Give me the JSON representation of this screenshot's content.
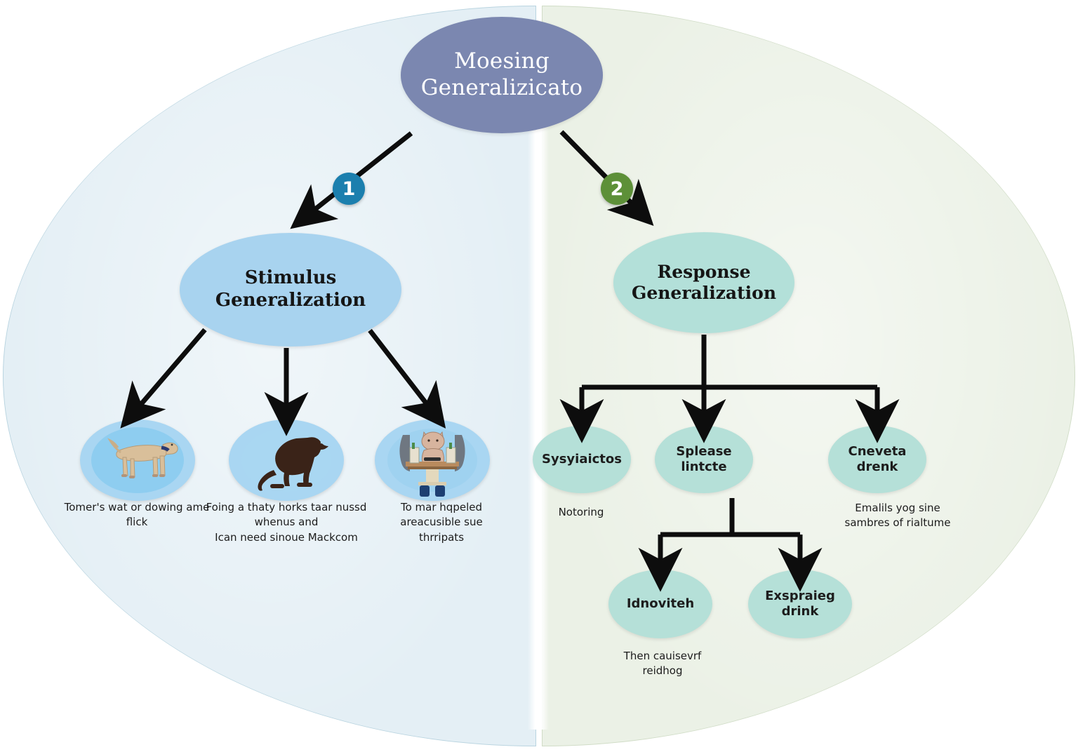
{
  "diagram": {
    "root": {
      "label": "Moesing\nGeneralizicato"
    },
    "branches": [
      {
        "badge": "1",
        "badge_color": "#1b7fae",
        "label": "Stimulus\nGeneralization"
      },
      {
        "badge": "2",
        "badge_color": "#5d9038",
        "label": "Response\nGeneralization"
      }
    ],
    "left_panel": {
      "background_color": "#e4eff5",
      "items": [
        {
          "image": "standing-tan-dog-illustration",
          "caption": "Tomer's wat or dowing ame\nflick"
        },
        {
          "image": "sitting-dark-dog-silhouette-illustration",
          "caption": "Foing a thaty horks taar nussd\nwhenus and\nIcan need sinoue Mackcom"
        },
        {
          "image": "cat-at-desk-illustration",
          "caption": "To mar hqpeled\nareacusible sue\nthrripats"
        }
      ]
    },
    "right_panel": {
      "background_color": "#ebf1e6",
      "items": [
        {
          "label": "Sysyiaictos",
          "caption": "Notoring"
        },
        {
          "label": "Splease\nlintcte",
          "caption": ""
        },
        {
          "label": "Cneveta\ndrenk",
          "caption": "Emalils yog sine\nsambres of rialtume"
        }
      ],
      "sub_items": [
        {
          "label": "Idnoviteh",
          "caption": "Then cauisevrf\nreidhog"
        },
        {
          "label": "Exspraieg\ndrink",
          "caption": ""
        }
      ]
    }
  }
}
